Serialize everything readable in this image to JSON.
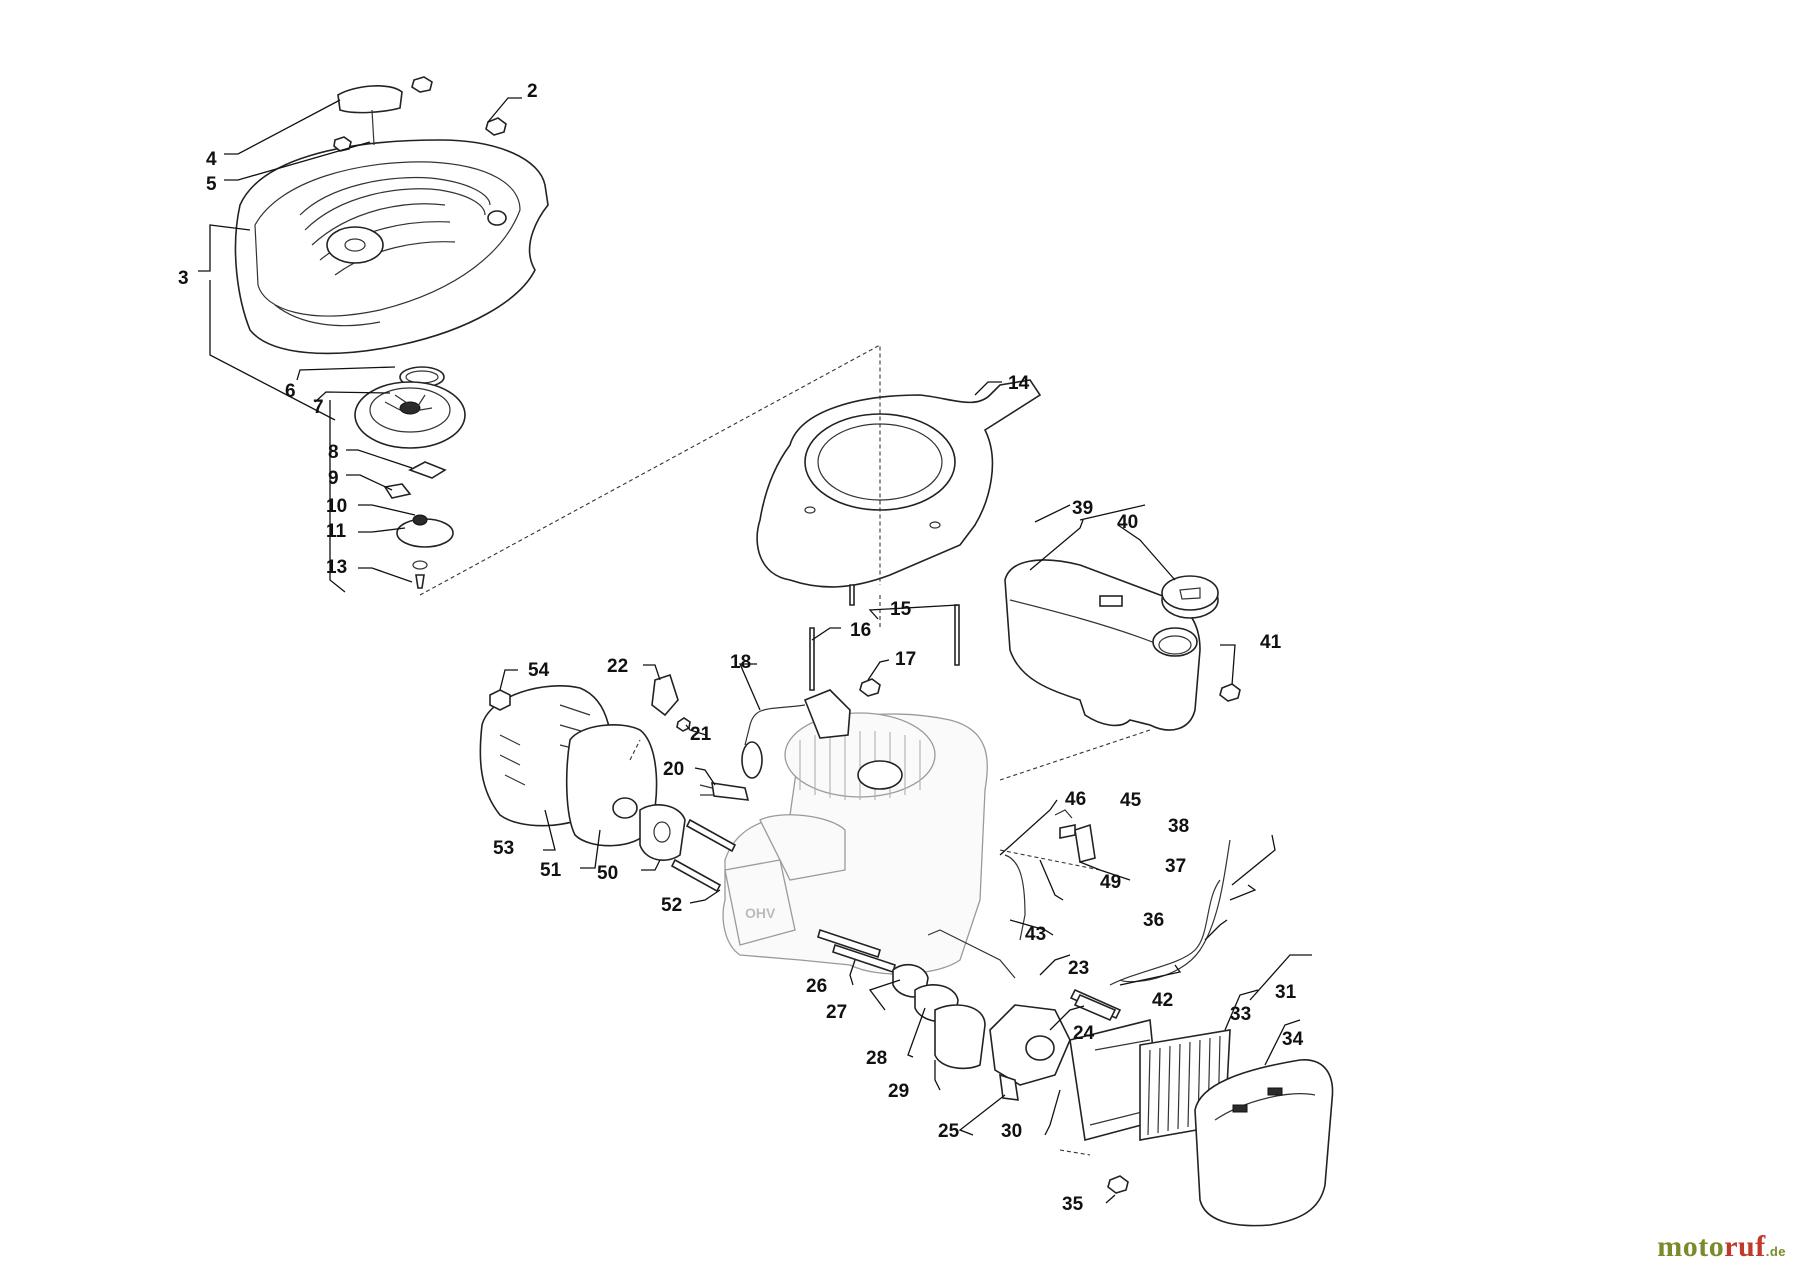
{
  "diagram": {
    "type": "exploded-parts-diagram",
    "callouts": [
      {
        "num": "2"
      },
      {
        "num": "3"
      },
      {
        "num": "4"
      },
      {
        "num": "5"
      },
      {
        "num": "6"
      },
      {
        "num": "7"
      },
      {
        "num": "8"
      },
      {
        "num": "9"
      },
      {
        "num": "10"
      },
      {
        "num": "11"
      },
      {
        "num": "13"
      },
      {
        "num": "14"
      },
      {
        "num": "15"
      },
      {
        "num": "16"
      },
      {
        "num": "17"
      },
      {
        "num": "18"
      },
      {
        "num": "20"
      },
      {
        "num": "21"
      },
      {
        "num": "22"
      },
      {
        "num": "23"
      },
      {
        "num": "24"
      },
      {
        "num": "25"
      },
      {
        "num": "26"
      },
      {
        "num": "27"
      },
      {
        "num": "28"
      },
      {
        "num": "29"
      },
      {
        "num": "30"
      },
      {
        "num": "31"
      },
      {
        "num": "33"
      },
      {
        "num": "34"
      },
      {
        "num": "35"
      },
      {
        "num": "36"
      },
      {
        "num": "37"
      },
      {
        "num": "38"
      },
      {
        "num": "39"
      },
      {
        "num": "40"
      },
      {
        "num": "41"
      },
      {
        "num": "42"
      },
      {
        "num": "43"
      },
      {
        "num": "45"
      },
      {
        "num": "46"
      },
      {
        "num": "49"
      },
      {
        "num": "50"
      },
      {
        "num": "51"
      },
      {
        "num": "52"
      },
      {
        "num": "53"
      },
      {
        "num": "54"
      }
    ]
  },
  "brand": {
    "name_part1": "moto",
    "name_part2": "ruf",
    "tld": ".de",
    "color_primary": "#7b8a2a",
    "color_accent": "#c0392b"
  }
}
